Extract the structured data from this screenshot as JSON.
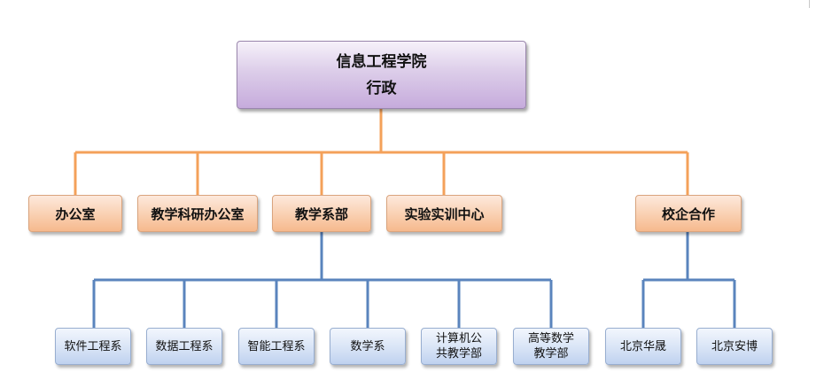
{
  "root": {
    "line1": "信息工程学院",
    "line2": "行政"
  },
  "departments": [
    {
      "label": "办公室"
    },
    {
      "label": "教学科研办公室"
    },
    {
      "label": "教学系部"
    },
    {
      "label": "实验实训中心"
    },
    {
      "label": "校企合作"
    }
  ],
  "teaching_units": [
    {
      "label": "软件工程系"
    },
    {
      "label": "数据工程系"
    },
    {
      "label": "智能工程系"
    },
    {
      "label": "数学系"
    },
    {
      "label": "计算机公\n共教学部"
    },
    {
      "label": "高等数学\n教学部"
    }
  ],
  "partners": [
    {
      "label": "北京华晟"
    },
    {
      "label": "北京安博"
    }
  ],
  "colors": {
    "orange_connector": "#f4a15a",
    "blue_connector": "#5a84bd",
    "root_fill": "#d9c7e8",
    "department_fill": "#f9cfb0",
    "unit_fill": "#d8e4f6"
  }
}
